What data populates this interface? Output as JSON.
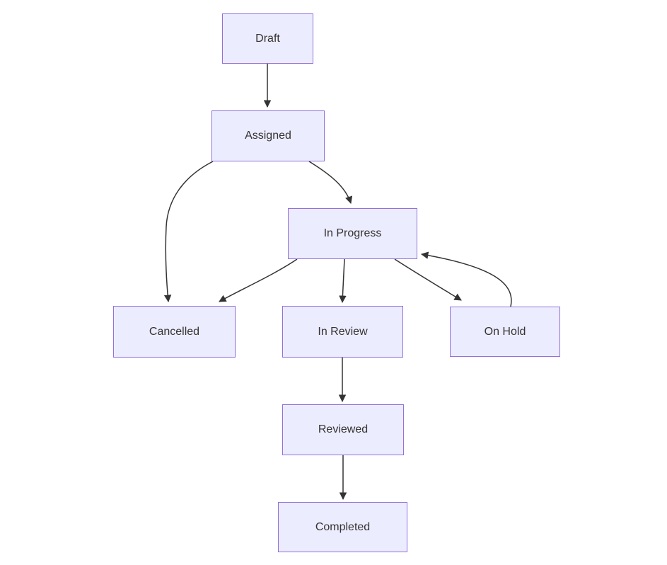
{
  "diagram": {
    "type": "flowchart",
    "direction": "top-down",
    "nodes": [
      {
        "id": "draft",
        "label": "Draft"
      },
      {
        "id": "assigned",
        "label": "Assigned"
      },
      {
        "id": "in_progress",
        "label": "In Progress"
      },
      {
        "id": "cancelled",
        "label": "Cancelled"
      },
      {
        "id": "in_review",
        "label": "In Review"
      },
      {
        "id": "on_hold",
        "label": "On Hold"
      },
      {
        "id": "reviewed",
        "label": "Reviewed"
      },
      {
        "id": "completed",
        "label": "Completed"
      }
    ],
    "edges": [
      {
        "from": "Draft",
        "to": "Assigned"
      },
      {
        "from": "Assigned",
        "to": "In Progress"
      },
      {
        "from": "Assigned",
        "to": "Cancelled"
      },
      {
        "from": "In Progress",
        "to": "Cancelled"
      },
      {
        "from": "In Progress",
        "to": "In Review"
      },
      {
        "from": "In Progress",
        "to": "On Hold"
      },
      {
        "from": "On Hold",
        "to": "In Progress"
      },
      {
        "from": "In Review",
        "to": "Reviewed"
      },
      {
        "from": "Reviewed",
        "to": "Completed"
      }
    ],
    "colors": {
      "node_fill": "#ECECFF",
      "node_border": "#9370DB",
      "edge_stroke": "#333333",
      "text": "#333333",
      "background": "#FFFFFF"
    }
  }
}
